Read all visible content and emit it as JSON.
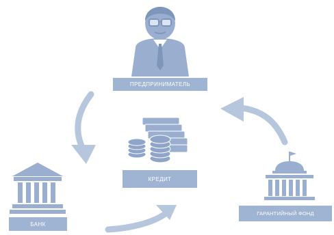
{
  "colors": {
    "accent": "#9aafcf",
    "accent_dark": "#7f96bb",
    "label_bg": "#9fb3d2",
    "arrow": "#b6c6dd",
    "text": "#ffffff"
  },
  "nodes": {
    "entrepreneur": {
      "label": "ПРЕДПРИНИМАТЕЛЬ",
      "icon": "businessman-icon"
    },
    "credit": {
      "label": "КРЕДИТ",
      "icon": "money-stack-icon"
    },
    "bank": {
      "label": "БАНК",
      "icon": "bank-building-icon"
    },
    "fund": {
      "label": "ГАРАНТИЙНЫЙ ФОНД",
      "icon": "government-building-icon"
    }
  },
  "edges": [
    {
      "from": "entrepreneur",
      "to": "bank"
    },
    {
      "from": "bank",
      "to": "credit"
    },
    {
      "from": "fund",
      "to": "entrepreneur"
    }
  ]
}
